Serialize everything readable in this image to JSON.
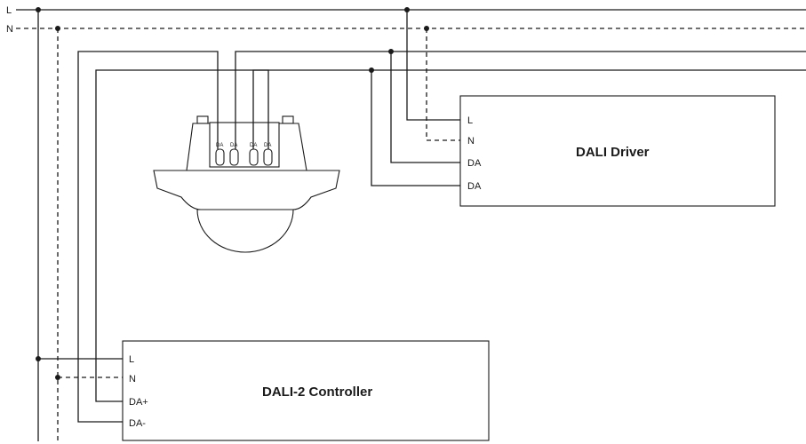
{
  "lines": {
    "l_label": "L",
    "n_label": "N"
  },
  "sensor": {
    "terminals": [
      "DA",
      "DA",
      "DA",
      "DA"
    ]
  },
  "dali_driver": {
    "title": "DALI Driver",
    "terminals": [
      "L",
      "N",
      "DA",
      "DA"
    ]
  },
  "dali2_controller": {
    "title": "DALI-2 Controller",
    "terminals": [
      "L",
      "N",
      "DA+",
      "DA-"
    ]
  }
}
